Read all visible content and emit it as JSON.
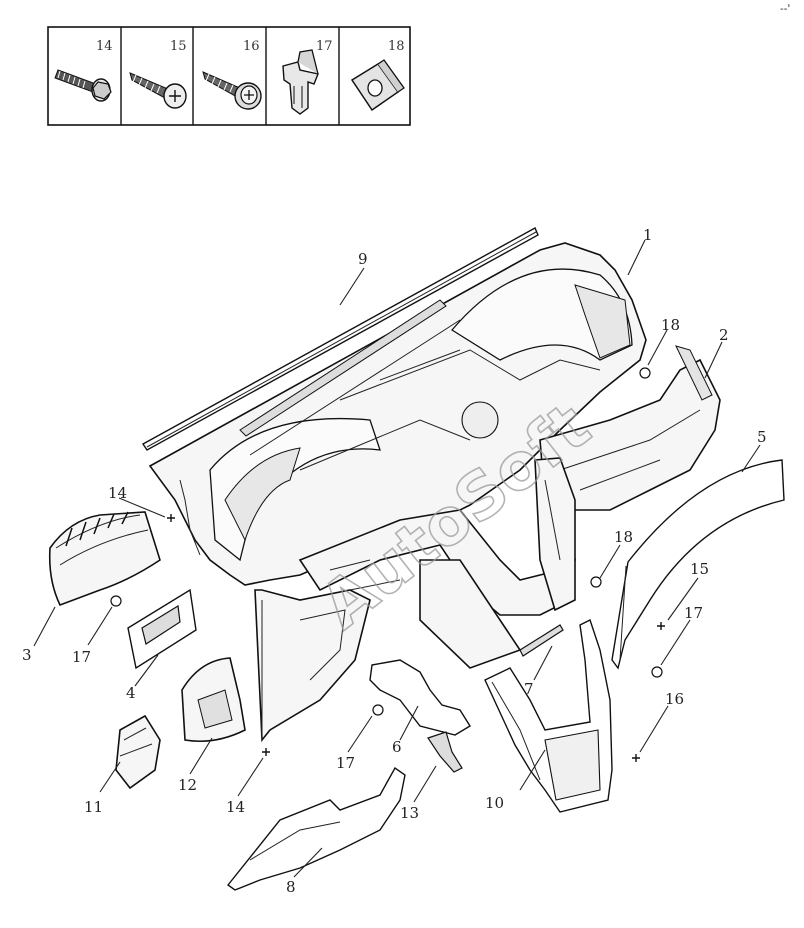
{
  "hardware_legend": {
    "items": [
      {
        "number": "14",
        "icon": "bolt-with-washer-icon"
      },
      {
        "number": "15",
        "icon": "tapping-screw-icon"
      },
      {
        "number": "16",
        "icon": "flange-screw-icon"
      },
      {
        "number": "17",
        "icon": "push-clip-icon"
      },
      {
        "number": "18",
        "icon": "spring-nut-icon"
      }
    ]
  },
  "callouts": [
    "1",
    "2",
    "3",
    "4",
    "5",
    "6",
    "7",
    "8",
    "9",
    "10",
    "11",
    "12",
    "13",
    "14",
    "14",
    "15",
    "16",
    "17",
    "17",
    "17",
    "17",
    "18",
    "18"
  ],
  "watermark": "AutoSoft",
  "corner_mark": "--'"
}
